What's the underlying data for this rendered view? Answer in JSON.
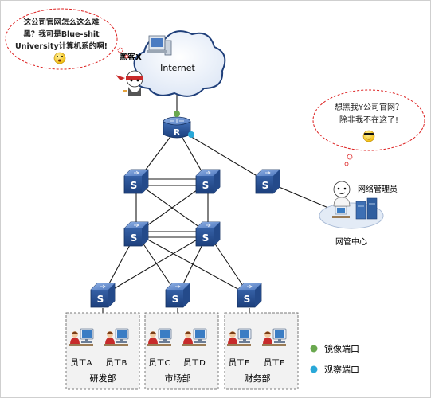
{
  "internet": {
    "label": "Internet"
  },
  "hacker": {
    "label": "黑客X",
    "speech": [
      "这公司官网怎么这么难",
      "黑？我可是Blue-shit",
      "University计算机系的啊!"
    ]
  },
  "admin": {
    "label": "网络管理员",
    "center_label": "网管中心",
    "speech": [
      "想黑我Y公司官网？",
      "除非我不在这了!"
    ]
  },
  "router": {
    "label": "R"
  },
  "switches": {
    "label": "S"
  },
  "departments": [
    {
      "name": "研发部",
      "employees": [
        "员工A",
        "员工B"
      ]
    },
    {
      "name": "市场部",
      "employees": [
        "员工C",
        "员工D"
      ]
    },
    {
      "name": "财务部",
      "employees": [
        "员工E",
        "员工F"
      ]
    }
  ],
  "legend": {
    "items": [
      {
        "label": "镜像端口",
        "color": "#6aa84f"
      },
      {
        "label": "观察端口",
        "color": "#29a8d8"
      }
    ]
  }
}
